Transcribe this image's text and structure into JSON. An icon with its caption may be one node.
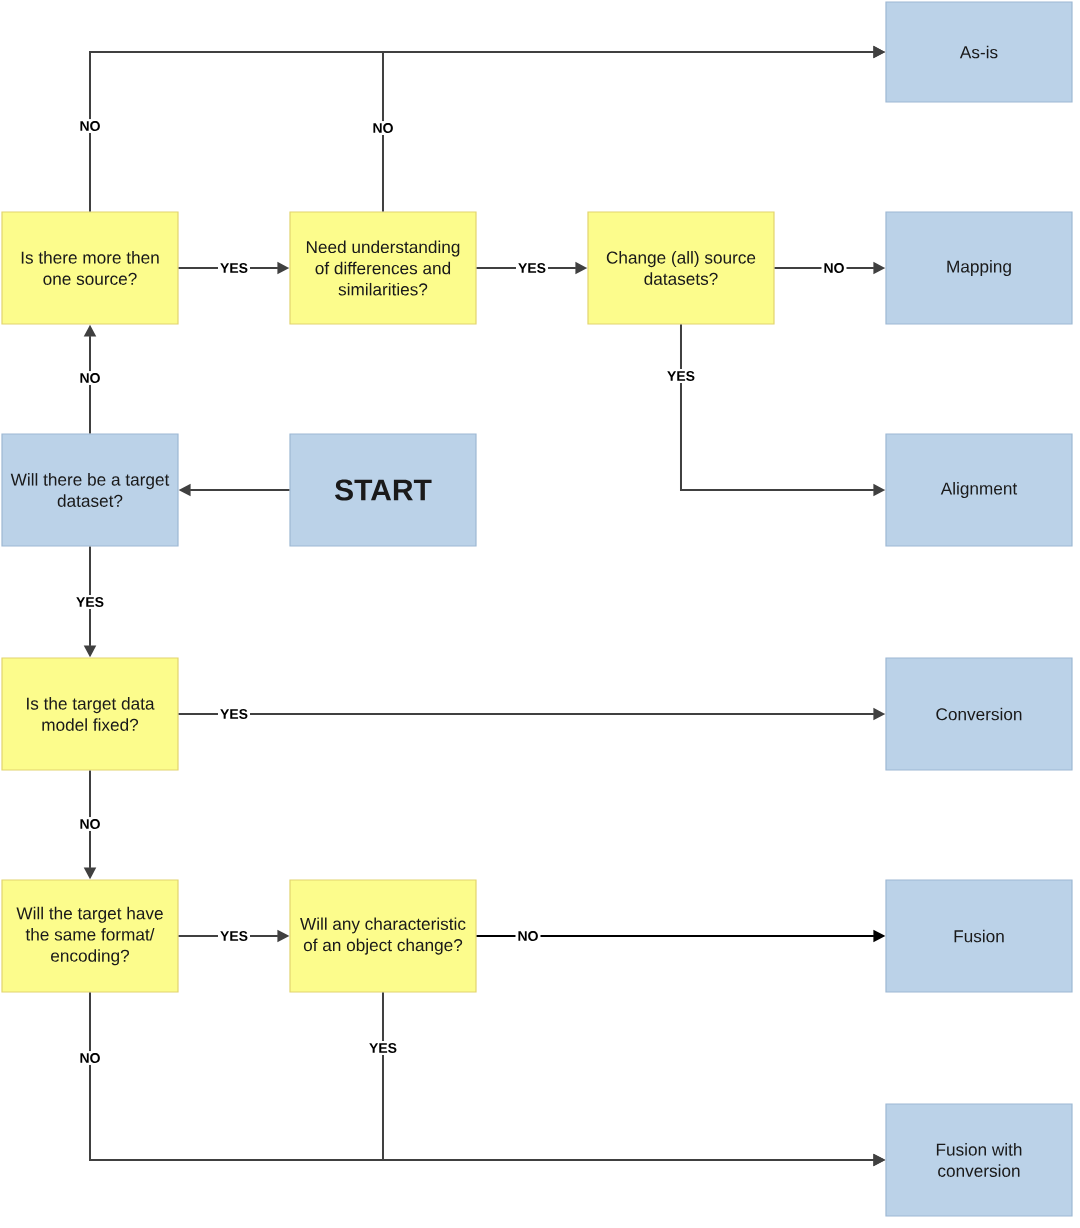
{
  "diagram": {
    "nodes": [
      {
        "text": [
          "As-is"
        ]
      },
      {
        "text": [
          "Is there more then one source?"
        ]
      },
      {
        "text": [
          "Need understanding of differences and similarities?"
        ]
      },
      {
        "text": [
          "Change (all) source datasets?"
        ]
      },
      {
        "text": [
          "Mapping"
        ]
      },
      {
        "text": [
          "Will there be a target dataset?"
        ]
      },
      {
        "text": [
          "START"
        ]
      },
      {
        "text": [
          "Alignment"
        ]
      },
      {
        "text": [
          "Is the target data model fixed?"
        ]
      },
      {
        "text": [
          "Conversion"
        ]
      },
      {
        "text": [
          "Will the target have the same format/ encoding?"
        ]
      },
      {
        "text": [
          "Will any characteristic of an object change?"
        ]
      },
      {
        "text": [
          "Fusion"
        ]
      },
      {
        "text": [
          "Fusion with conversion"
        ]
      }
    ],
    "edges": [
      {
        "from": 1,
        "to": 0,
        "arrow": "to",
        "label": "NO"
      },
      {
        "from": 2,
        "to": 0,
        "arrow": "to",
        "label": "NO"
      },
      {
        "from": 1,
        "to": 2,
        "arrow": "to",
        "label": "YES"
      },
      {
        "from": 2,
        "to": 3,
        "arrow": "to",
        "label": "YES"
      },
      {
        "from": 3,
        "to": 4,
        "arrow": "to",
        "label": "NO"
      },
      {
        "from": 3,
        "to": 7,
        "arrow": "to",
        "label": "YES"
      },
      {
        "from": 6,
        "to": 5,
        "arrow": "to"
      },
      {
        "from": 5,
        "to": 1,
        "arrow": "to",
        "label": "NO"
      },
      {
        "from": 5,
        "to": 8,
        "arrow": "to",
        "label": "YES"
      },
      {
        "from": 8,
        "to": 9,
        "arrow": "to",
        "label": "YES"
      },
      {
        "from": 8,
        "to": 10,
        "arrow": "to",
        "label": "NO"
      },
      {
        "from": 10,
        "to": 11,
        "arrow": "to",
        "label": "YES"
      },
      {
        "from": 11,
        "to": 12,
        "arrow": "to",
        "label": "NO",
        "color": "#000000"
      },
      {
        "from": 10,
        "to": 13,
        "arrow": "to",
        "label": "NO"
      },
      {
        "from": 11,
        "to": 13,
        "arrow": "to",
        "label": "YES"
      }
    ]
  }
}
